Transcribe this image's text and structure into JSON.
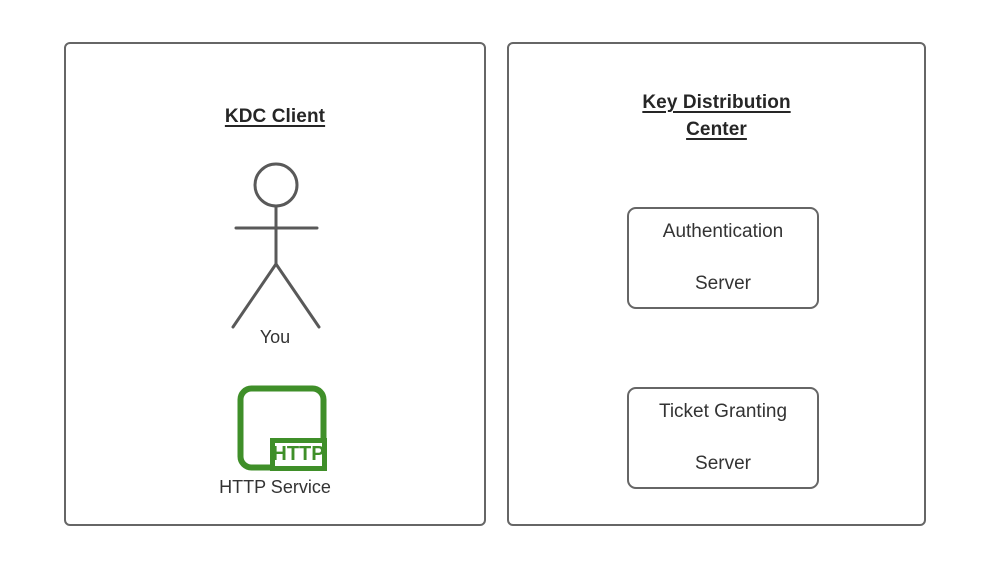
{
  "diagram": {
    "background_color": "#ffffff",
    "stroke_color": "#666666",
    "text_color": "#333333",
    "title_color": "#262626",
    "accent_color": "#3f8f29"
  },
  "panels": [
    {
      "id": "kdc-client",
      "title": "KDC Client",
      "title_lines": [
        "KDC Client"
      ],
      "nodes": [
        {
          "id": "you",
          "label": "You",
          "icon": "actor-stick-figure-icon"
        },
        {
          "id": "http-service",
          "label": "HTTP Service",
          "icon": "http-service-icon",
          "badge": "HTTP"
        }
      ]
    },
    {
      "id": "key-distribution-center",
      "title": "Key Distribution Center",
      "title_lines": [
        "Key Distribution",
        "Center"
      ],
      "nodes": [
        {
          "id": "authentication-server",
          "label_lines": [
            "Authentication",
            "Server"
          ],
          "line1": "Authentication",
          "line2": "Server"
        },
        {
          "id": "ticket-granting-server",
          "label_lines": [
            "Ticket Granting",
            "Server"
          ],
          "line1": "Ticket Granting",
          "line2": "Server"
        }
      ]
    }
  ]
}
